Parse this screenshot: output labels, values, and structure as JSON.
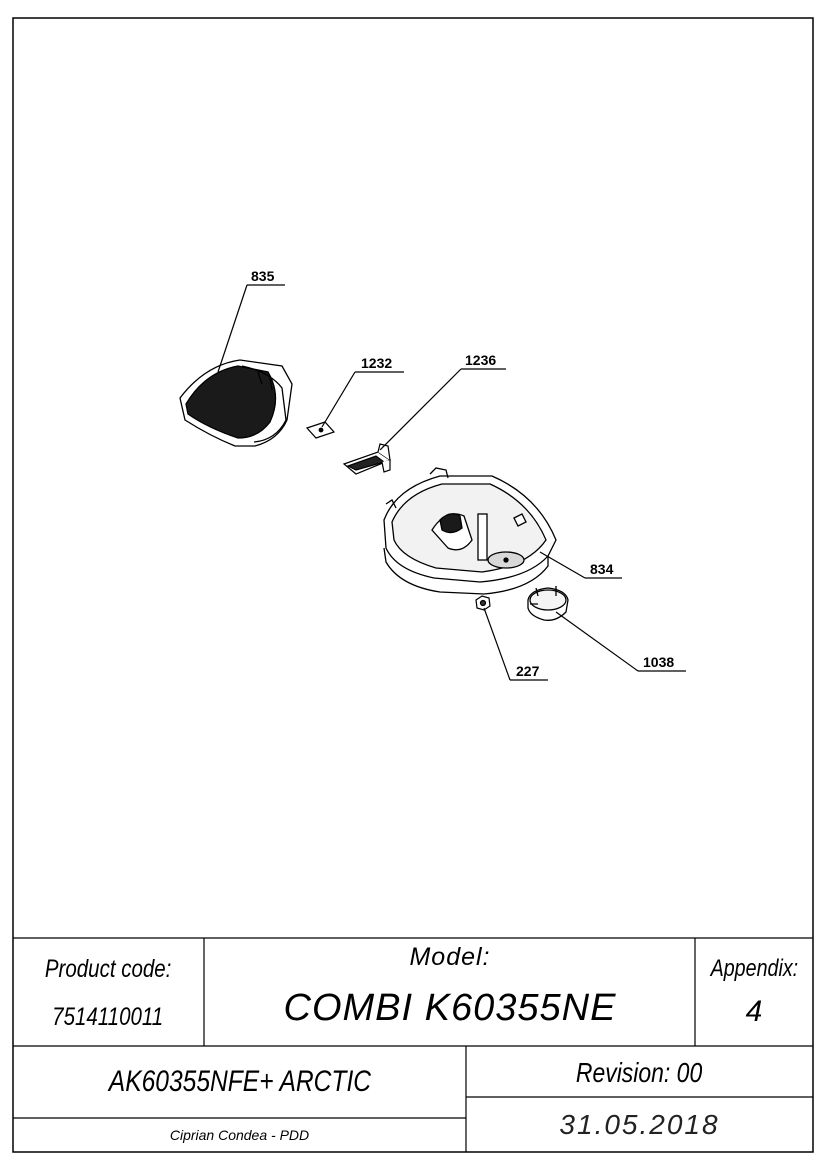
{
  "drawing": {
    "callouts": {
      "p835": "835",
      "p1232": "1232",
      "p1236": "1236",
      "p834": "834",
      "p1038": "1038",
      "p227": "227"
    }
  },
  "title_block": {
    "product_code_label": "Product code:",
    "product_code_value": "7514110011",
    "model_label": "Model:",
    "model_value": "COMBI K60355NE",
    "appendix_label": "Appendix:",
    "appendix_value": "4",
    "variant": "AK60355NFE+ ARCTIC",
    "revision": "Revision: 00",
    "author": "Ciprian Condea - PDD",
    "date": "31.05.2018"
  }
}
